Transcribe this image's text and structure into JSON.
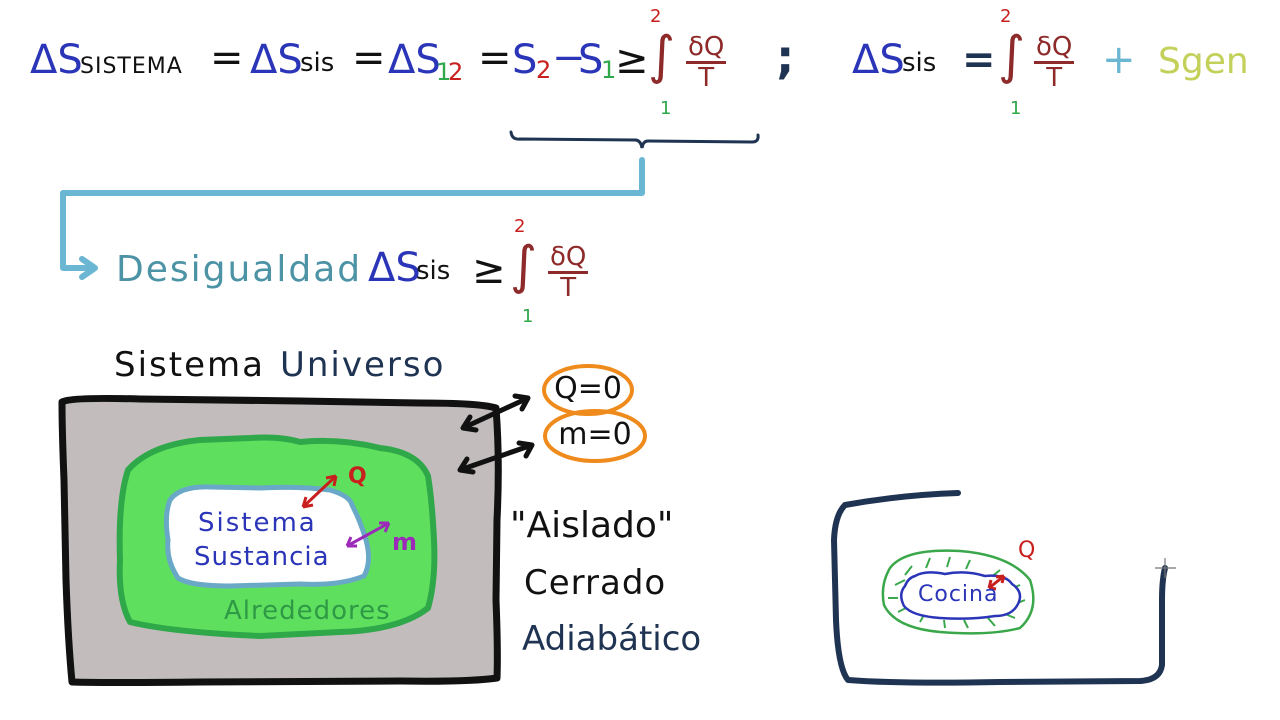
{
  "equations": {
    "line1": {
      "delta_s": "ΔS",
      "sistema_sub": "SISTEMA",
      "eq1": "=",
      "sis_sub": "sis",
      "eq2": "=",
      "sub_1": "1",
      "sub_2": "2",
      "eq3": "=",
      "s": "S",
      "s2_sub": "2",
      "minus": "−",
      "s1_sub": "1",
      "geq": "≥",
      "integral": "∫",
      "upper_limit": "2",
      "lower_limit": "1",
      "frac_num": "δQ",
      "frac_den": "T",
      "separator": ";"
    },
    "line2": {
      "delta_s": "ΔS",
      "sis_sub": "sis",
      "eq": "=",
      "integral": "∫",
      "upper_limit": "2",
      "lower_limit": "1",
      "frac_num": "δQ",
      "frac_den": "T",
      "plus": "+",
      "s_gen": "Sgen"
    },
    "inequality": {
      "label": "Desigualdad",
      "delta_s": "ΔS",
      "sis_sub": "sis",
      "geq": "≥",
      "integral": "∫",
      "upper_limit": "2",
      "lower_limit": "1",
      "frac_num": "δQ",
      "frac_den": "T"
    }
  },
  "universe_diagram": {
    "title_word1": "Sistema",
    "title_word2": "Universo",
    "system_line1": "Sistema",
    "system_line2": "Sustancia",
    "surroundings_label": "Alrededores",
    "heat_label": "Q",
    "mass_label": "m",
    "condition_heat": "Q=0",
    "condition_mass": "m=0",
    "classification": [
      "\"Aislado\"",
      "Cerrado",
      "Adiabático"
    ]
  },
  "kitchen_diagram": {
    "label": "Cocina",
    "heat_label": "Q"
  },
  "colors": {
    "blue": "#2b35b8",
    "red": "#c8201e",
    "maroon": "#8e2a2a",
    "green_limit": "#2fa84a",
    "cyan_arrow": "#6bb6d2",
    "sgen": "#c3d05a",
    "universe_fill": "#c2bcbc",
    "surroundings_fill": "#5ee05e",
    "surroundings_border": "#2fa84a",
    "system_border": "#6aa8c8",
    "oval_orange": "#ef8a1c",
    "navy": "#1f3352",
    "purple": "#9b2ab8"
  }
}
